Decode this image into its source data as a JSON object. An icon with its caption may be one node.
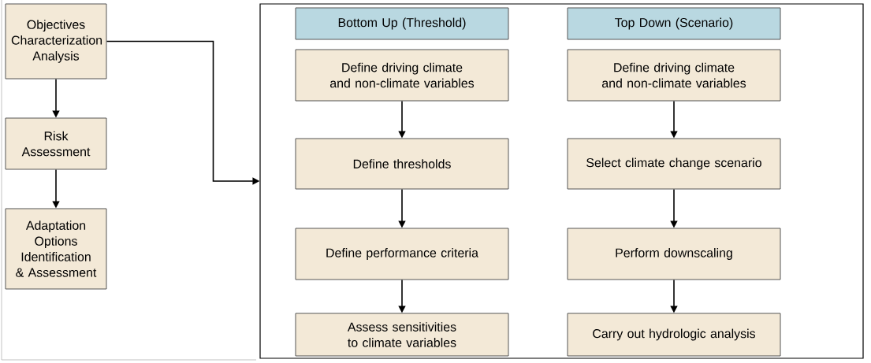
{
  "diagram": {
    "nodes": [
      {
        "text": [
          "Objectives Characterization Analysis"
        ]
      },
      {
        "text": [
          "Risk Assessment"
        ]
      },
      {
        "text": [
          "Adaptation Options Identification & Assessment"
        ]
      },
      {
        "text": [],
        "shape": "box"
      },
      {
        "text": [
          "Bottom Up (Threshold)"
        ],
        "in": 3
      },
      {
        "text": [
          "Top Down (Scenario)"
        ],
        "in": 3
      },
      {
        "text": [
          "Define driving climate and non-climate variables"
        ],
        "in": 3
      },
      {
        "text": [
          "Define thresholds"
        ],
        "in": 3
      },
      {
        "text": [
          "Define performance criteria"
        ],
        "in": 3
      },
      {
        "text": [
          "Assess sensitivities to climate variables"
        ],
        "in": 3
      },
      {
        "text": [
          "Define driving climate and non-climate variables"
        ],
        "in": 3
      },
      {
        "text": [
          "Select climate change scenario"
        ],
        "in": 3
      },
      {
        "text": [
          "Perform downscaling"
        ],
        "in": 3
      },
      {
        "text": [
          "Carry out hydrologic analysis"
        ],
        "in": 3
      }
    ],
    "edges": [
      {
        "from": 0,
        "to": 1,
        "arrow": "to"
      },
      {
        "from": 1,
        "to": 2,
        "arrow": "to"
      },
      {
        "from": 0,
        "to": 3,
        "arrow": "to"
      },
      {
        "from": 6,
        "to": 7,
        "arrow": "to"
      },
      {
        "from": 7,
        "to": 8,
        "arrow": "to"
      },
      {
        "from": 8,
        "to": 9,
        "arrow": "to"
      },
      {
        "from": 10,
        "to": 11,
        "arrow": "to"
      },
      {
        "from": 11,
        "to": 12,
        "arrow": "to"
      },
      {
        "from": 12,
        "to": 13,
        "arrow": "to"
      }
    ]
  }
}
